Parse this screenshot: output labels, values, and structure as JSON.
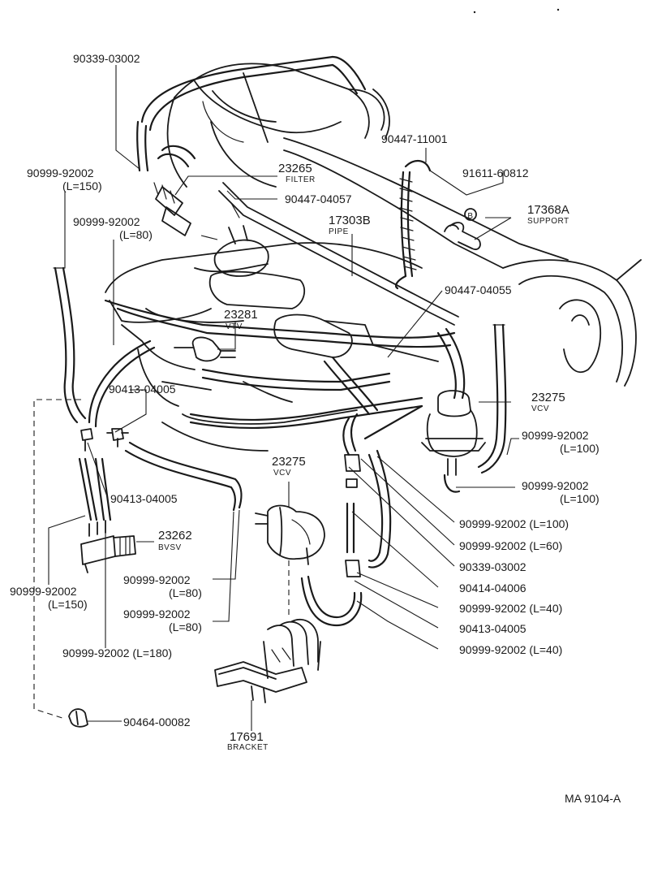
{
  "diagram": {
    "reference": "MA 9104-A",
    "callouts": {
      "p90339_top": "90339-03002",
      "p90999_150_left": "90999-92002",
      "p90999_150_left_len": "(L=150)",
      "p23265": "23265",
      "p23265_name": "FILTER",
      "p90447_04057": "90447-04057",
      "p90447_11001": "90447-11001",
      "p91611": "91611-60812",
      "p17368A": "17368A",
      "p17368A_name": "SUPPORT",
      "p90999_80_top": "90999-92002",
      "p90999_80_top_len": "(L=80)",
      "p17303B": "17303B",
      "p17303B_name": "PIPE",
      "p90447_04055": "90447-04055",
      "p23281": "23281",
      "p23281_name": "VTV",
      "p90413_top": "90413-04005",
      "p23275_right": "23275",
      "p23275_right_name": "VCV",
      "p90999_100_a": "90999-92002",
      "p90999_100_a_len": "(L=100)",
      "p90999_100_b": "90999-92002",
      "p90999_100_b_len": "(L=100)",
      "p23275_mid": "23275",
      "p23275_mid_name": "VCV",
      "p90413_mid": "90413-04005",
      "p90999_100_c": "90999-92002 (L=100)",
      "p23262": "23262",
      "p23262_name": "BVSV",
      "p90999_60": "90999-92002 (L=60)",
      "p90339_bottom": "90339-03002",
      "p90999_150_bottom": "90999-92002",
      "p90999_150_bottom_len": "(L=150)",
      "p90999_80_a": "90999-92002",
      "p90999_80_a_len": "(L=80)",
      "p90414": "90414-04006",
      "p90999_80_b": "90999-92002",
      "p90999_80_b_len": "(L=80)",
      "p90999_40_a": "90999-92002 (L=40)",
      "p90413_bottom": "90413-04005",
      "p90999_180": "90999-92002 (L=180)",
      "p90999_40_b": "90999-92002 (L=40)",
      "p90464": "90464-00082",
      "p17691": "17691",
      "p17691_name": "BRACKET",
      "circle_mark": "B"
    }
  }
}
